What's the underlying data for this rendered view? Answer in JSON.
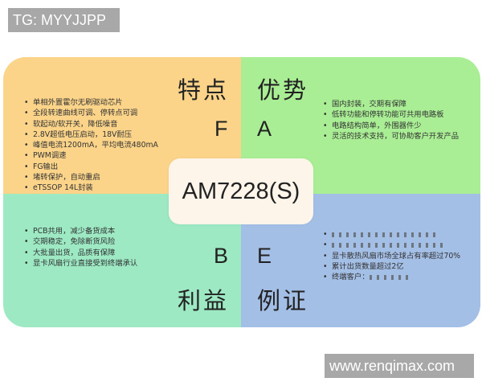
{
  "watermarks": {
    "top_left": "TG: MYYJJPP",
    "bottom_right": "www.renqimax.com"
  },
  "center": {
    "title": "AM7228(S)"
  },
  "quadrants": {
    "features": {
      "title": "特点",
      "letter": "F",
      "color": "#fbd48a",
      "items": [
        "单相外置霍尔无刷驱动芯片",
        "全段转速曲线可调、停转点可调",
        "软起动/软开关，降低噪音",
        "2.8V超低电压启动，18V耐压",
        "峰值电流1200mA，平均电流480mA",
        "PWM调速",
        "FG输出",
        "堵转保护，自动重启",
        "eTSSOP 14L封装"
      ]
    },
    "advantages": {
      "title": "优势",
      "letter": "A",
      "color": "#a9ee94",
      "items": [
        "国内封装，交期有保障",
        "低转功能和停转功能可共用电路板",
        "电路结构简单，外围器件少",
        "灵活的技术支持，可协助客户开发产品"
      ]
    },
    "benefits": {
      "title": "利益",
      "letter": "B",
      "color": "#9ce9c4",
      "items": [
        "PCB共用，减少备货成本",
        "交期稳定，免除断货风险",
        "大批量出货，品质有保障",
        "显卡风扇行业直接受到终端承认"
      ]
    },
    "evidence": {
      "title": "例证",
      "letter": "E",
      "color": "#a4bfe6",
      "items": [
        "",
        "",
        "显卡散热风扇市场全球占有率超过70%",
        "累计出货数量超过2亿",
        "终端客户："
      ]
    }
  }
}
